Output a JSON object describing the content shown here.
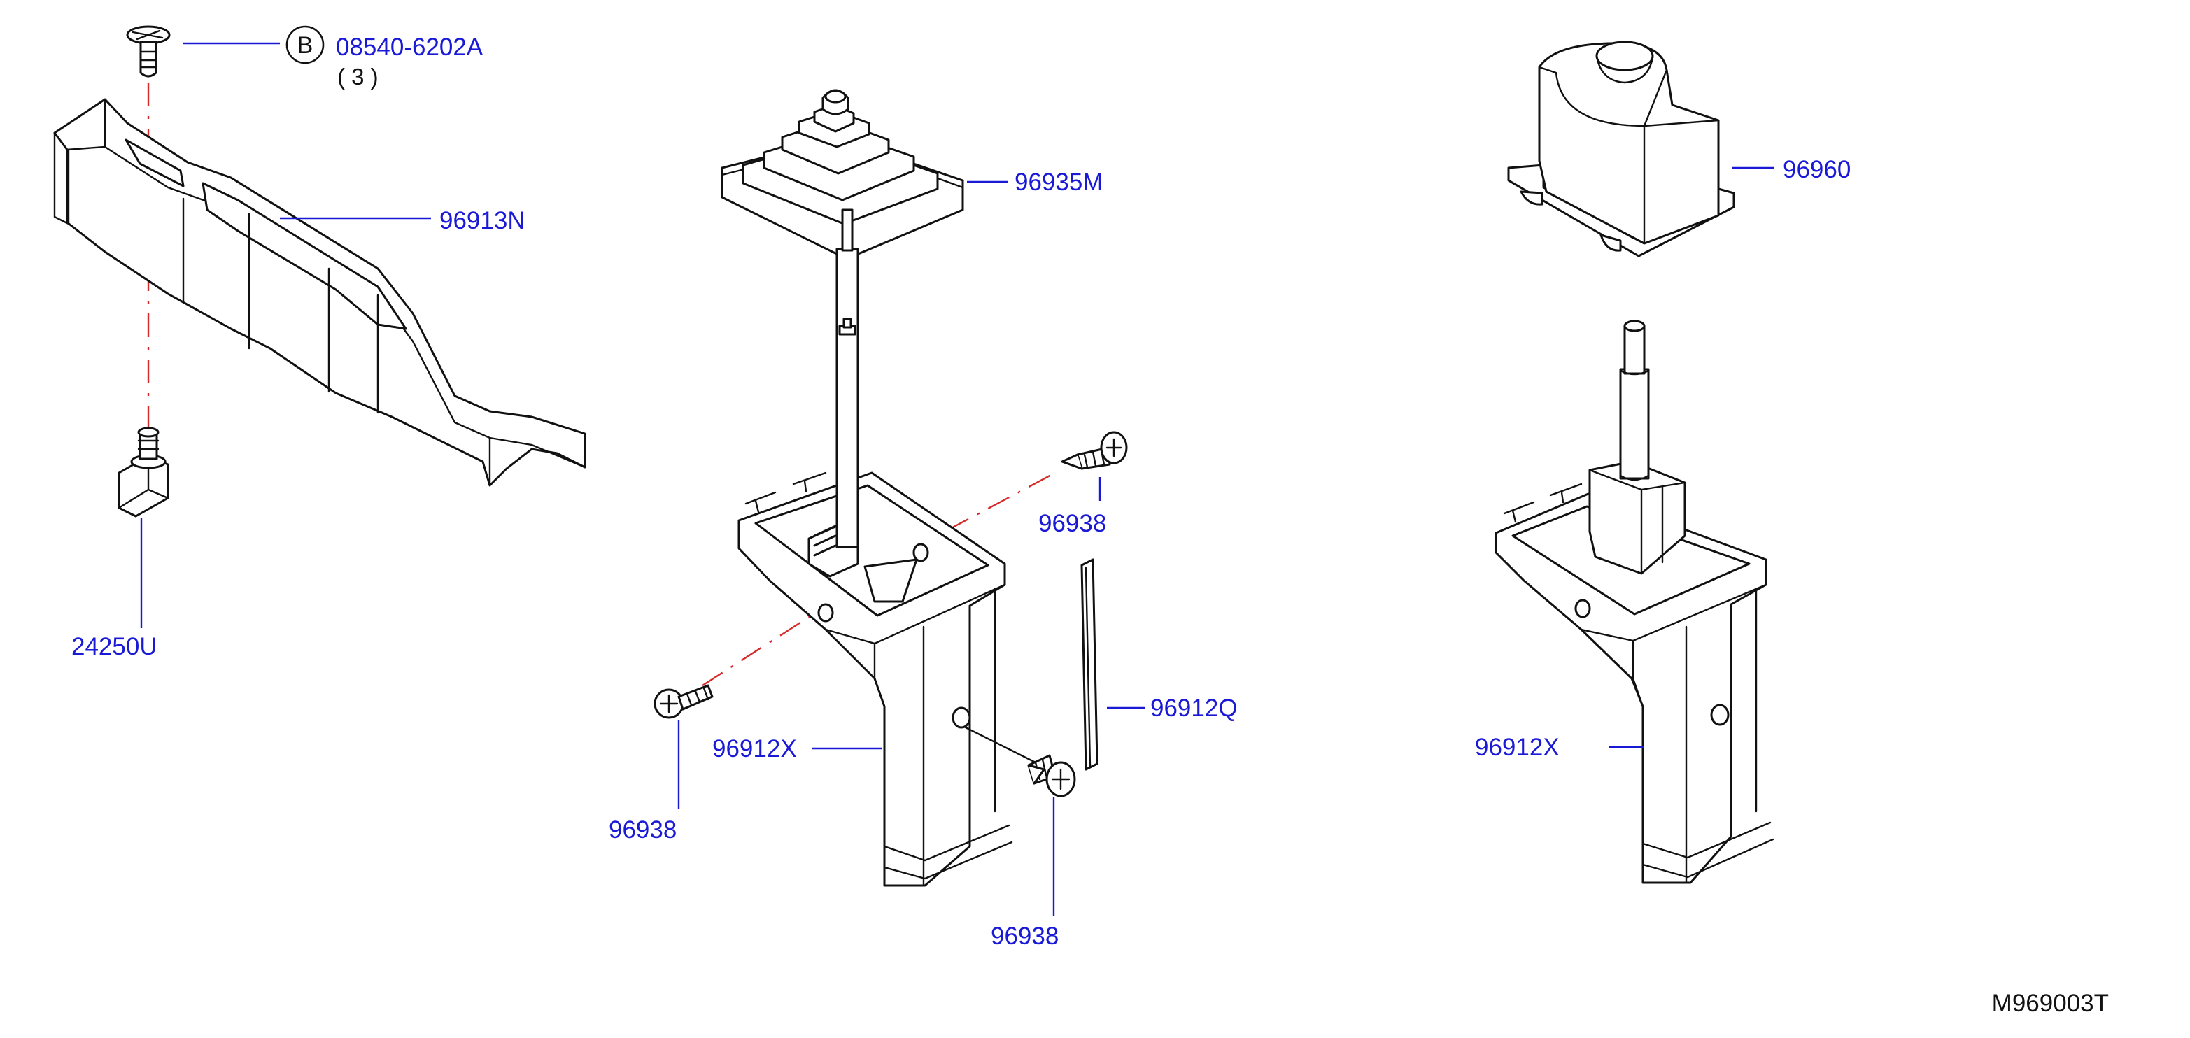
{
  "colors": {
    "callout": "#1a1ad6",
    "axis_line": "#d42a2a",
    "outline": "#111111",
    "background": "#ffffff"
  },
  "callouts": {
    "bolt": "08540-6202A",
    "bolt_badge": "B",
    "bolt_qty": "( 3 )",
    "finisher": "96913N",
    "clip": "24250U",
    "boot": "96935M",
    "knob": "96960",
    "screw_top": "96938",
    "screw_left": "96938",
    "screw_bottom": "96938",
    "seal": "96912Q",
    "bracket_center": "96912X",
    "bracket_right": "96912X"
  },
  "diagram_code": "M969003T"
}
